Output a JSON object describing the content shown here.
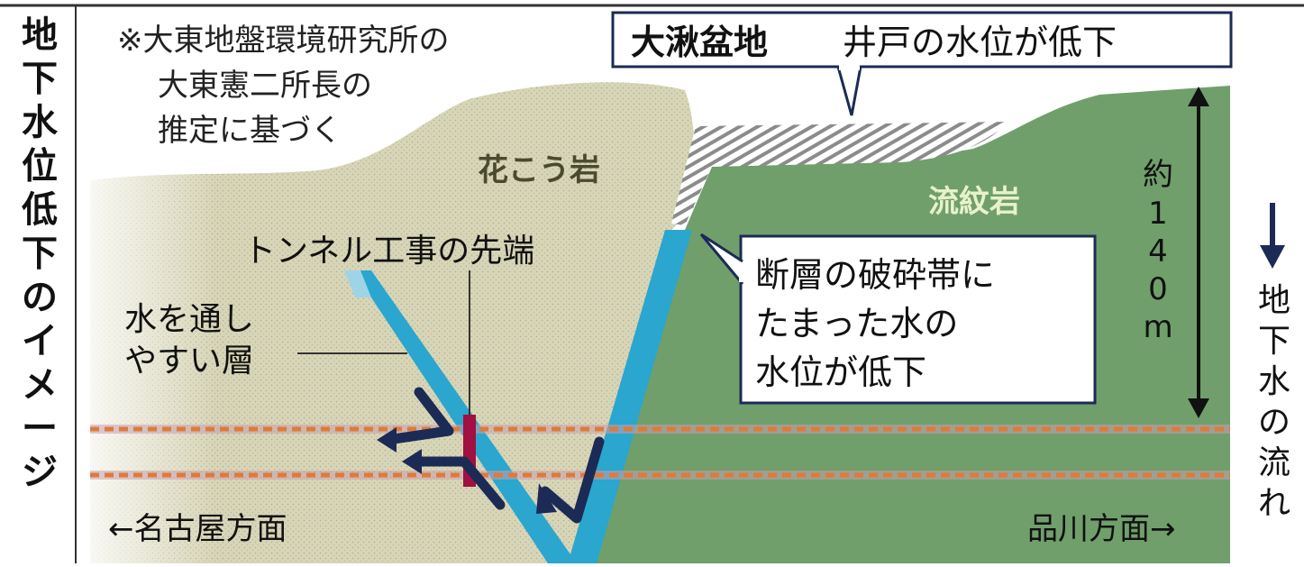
{
  "left_title": "地下水位低下のイメージ",
  "note_lines": [
    "※大東地盤環境研究所の",
    "大東憲二所長の",
    "推定に基づく"
  ],
  "header_title_bold": "大湫盆地",
  "header_title_rest": "井戸の水位が低下",
  "granite_label": "花こう岩",
  "rhyolite_label": "流紋岩",
  "tunnel_tip_label": "トンネル工事の先端",
  "permeable_layer_lines": [
    "水を通し",
    "やすい層"
  ],
  "fault_callout_lines": [
    "断層の破砕帯に",
    "たまった水の",
    "水位が低下"
  ],
  "depth_label": [
    "約",
    "1",
    "4",
    "0",
    "m"
  ],
  "flow_label": [
    "地",
    "下",
    "水",
    "の",
    "流",
    "れ"
  ],
  "nagoya_label": "←名古屋方面",
  "shinagawa_label": "品川方面→",
  "colors": {
    "granite_fill": "#d6d3b4",
    "rhyolite_fill": "#6f9f6a",
    "fault_water": "#2aa6cf",
    "arrow_navy": "#1b2b55",
    "tunnel_line": "#e07a3a",
    "tunnel_tip": "#a01040",
    "callout_border": "#1b2b55"
  }
}
